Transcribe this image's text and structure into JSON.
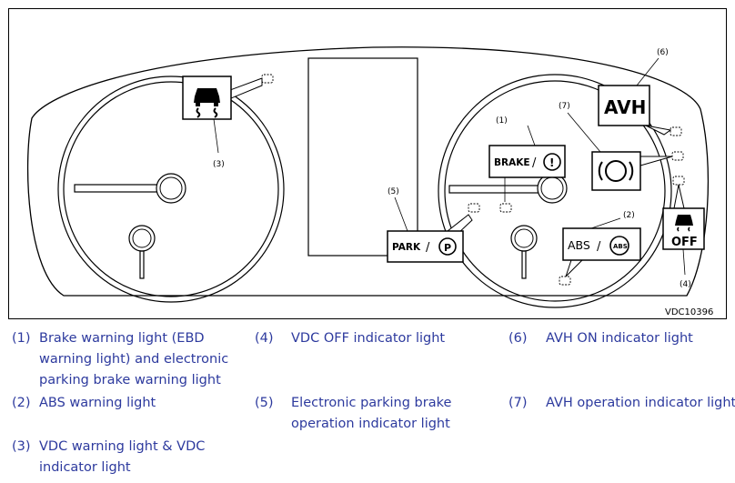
{
  "figure": {
    "image_code": "VDC10396",
    "callouts": {
      "c1": "(1)",
      "c2": "(2)",
      "c3": "(3)",
      "c4": "(4)",
      "c5": "(5)",
      "c6": "(6)",
      "c7": "(7)"
    },
    "icon_texts": {
      "avh": "AVH",
      "brake": "BRAKE",
      "park": "PARK",
      "abs": "ABS",
      "abs_inner": "ABS",
      "p_inner": "P",
      "brake_inner": "!",
      "off": "OFF",
      "slash": "/"
    }
  },
  "legend": [
    {
      "num": "(1)",
      "lines": [
        "Brake warning light (EBD",
        "warning light) and electronic",
        "parking brake warning light"
      ]
    },
    {
      "num": "(4)",
      "lines": [
        "VDC OFF indicator light"
      ]
    },
    {
      "num": "(6)",
      "lines": [
        "AVH ON indicator light"
      ]
    },
    {
      "num": "(2)",
      "lines": [
        "ABS warning light"
      ]
    },
    {
      "num": "(5)",
      "lines": [
        "Electronic parking brake",
        "operation indicator light"
      ]
    },
    {
      "num": "(7)",
      "lines": [
        "AVH operation indicator light"
      ]
    },
    {
      "num": "(3)",
      "lines": [
        "VDC warning light & VDC",
        "indicator light"
      ]
    }
  ]
}
